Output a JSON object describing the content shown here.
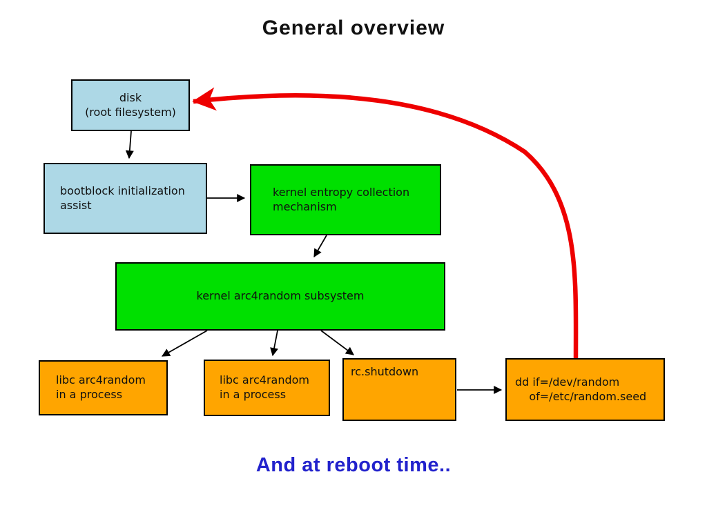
{
  "title": "General overview",
  "caption": "And at reboot time..",
  "colors": {
    "box_blue": "#add8e6",
    "box_green": "#00e000",
    "box_orange": "#ffa500",
    "arrow_red": "#ee0000",
    "arrow_black": "#000000",
    "caption_blue": "#2222cc"
  },
  "nodes": {
    "disk": {
      "label": "disk\n(root filesystem)",
      "color": "#add8e6"
    },
    "bootblock": {
      "label": "bootblock initialization\nassist",
      "color": "#add8e6"
    },
    "entropy": {
      "label": "kernel entropy collection\nmechanism",
      "color": "#00e000"
    },
    "arc4random": {
      "label": "kernel arc4random subsystem",
      "color": "#00e000"
    },
    "libc1": {
      "label": "libc arc4random\nin a process",
      "color": "#ffa500"
    },
    "libc2": {
      "label": "libc arc4random\nin a process",
      "color": "#ffa500"
    },
    "rcshutdown": {
      "label": "rc.shutdown",
      "color": "#ffa500"
    },
    "dd": {
      "label": "dd if=/dev/random\n    of=/etc/random.seed",
      "color": "#ffa500"
    }
  },
  "edges": [
    {
      "from": "disk",
      "to": "bootblock",
      "color": "#000000"
    },
    {
      "from": "bootblock",
      "to": "entropy",
      "color": "#000000"
    },
    {
      "from": "entropy",
      "to": "arc4random",
      "color": "#000000"
    },
    {
      "from": "arc4random",
      "to": "libc1",
      "color": "#000000"
    },
    {
      "from": "arc4random",
      "to": "libc2",
      "color": "#000000"
    },
    {
      "from": "arc4random",
      "to": "rcshutdown",
      "color": "#000000"
    },
    {
      "from": "rcshutdown",
      "to": "dd",
      "color": "#000000"
    },
    {
      "from": "dd",
      "to": "disk",
      "color": "#ee0000"
    }
  ]
}
